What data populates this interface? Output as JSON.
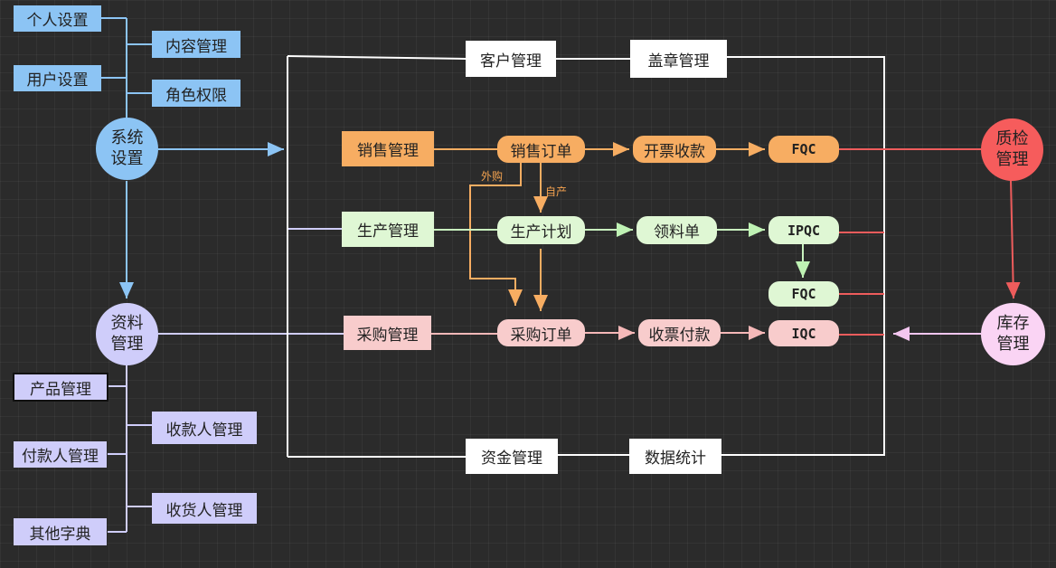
{
  "system": {
    "hub": "系统\n设置",
    "personal": "个人设置",
    "user": "用户设置",
    "content": "内容管理",
    "role": "角色权限"
  },
  "data_hub": {
    "hub": "资料\n管理",
    "product": "产品管理",
    "payee": "收款人管理",
    "payer": "付款人管理",
    "receiver": "收货人管理",
    "dict": "其他字典"
  },
  "top": {
    "customer": "客户管理",
    "seal": "盖章管理"
  },
  "bottom": {
    "fund": "资金管理",
    "stats": "数据统计"
  },
  "sales": {
    "mgmt": "销售管理",
    "order": "销售订单",
    "invoice": "开票收款",
    "fqc": "FQC"
  },
  "production": {
    "mgmt": "生产管理",
    "plan": "生产计划",
    "pick": "领料单",
    "ipqc": "IPQC",
    "fqc": "FQC"
  },
  "purchase": {
    "mgmt": "采购管理",
    "order": "采购订单",
    "payment": "收票付款",
    "iqc": "IQC"
  },
  "right": {
    "qc": "质检\n管理",
    "stock": "库存\n管理"
  },
  "labels": {
    "outsource": "外购",
    "self_made": "自产"
  },
  "colors": {
    "system": "#8cc4f4",
    "data": "#cfcdfa",
    "sales": "#f7ad62",
    "production": "#dff7d4",
    "purchase": "#f8cccc",
    "qc": "#f65c5c",
    "stock": "#fad4f4"
  }
}
